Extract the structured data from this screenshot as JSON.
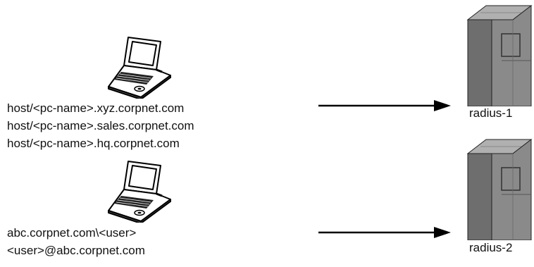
{
  "clients": [
    {
      "names": [
        "host/<pc-name>.xyz.corpnet.com",
        "host/<pc-name>.sales.corpnet.com",
        "host/<pc-name>.hq.corpnet.com"
      ]
    },
    {
      "names": [
        "abc.corpnet.com\\<user>",
        "<user>@abc.corpnet.com"
      ]
    }
  ],
  "servers": [
    {
      "label": "radius-1"
    },
    {
      "label": "radius-2"
    }
  ],
  "icons": {
    "client": "laptop-icon",
    "server": "server-tower-icon"
  }
}
